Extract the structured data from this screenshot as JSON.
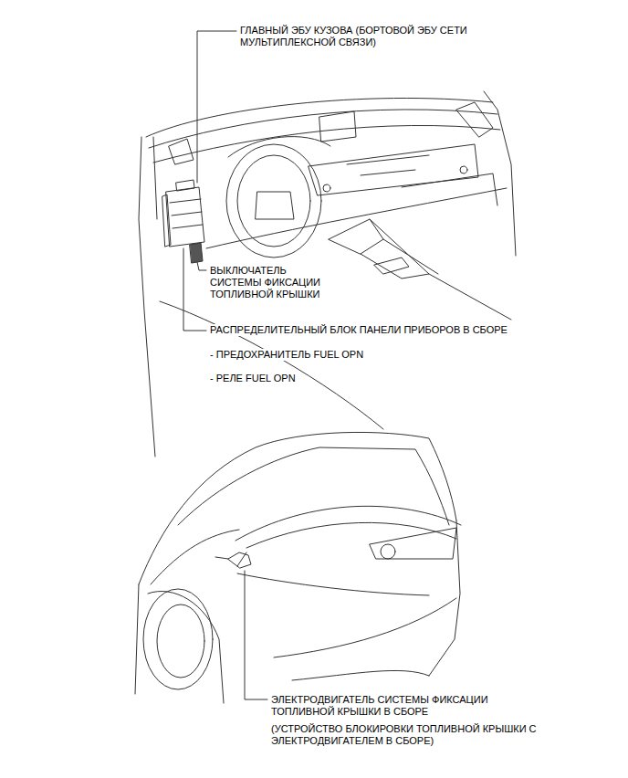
{
  "diagram": {
    "labels": [
      "ГЛАВНЫЙ ЭБУ КУЗОВА (БОРТОВОЙ ЭБУ СЕТИ МУЛЬТИПЛЕКСНОЙ СВЯЗИ)",
      "ВЫКЛЮЧАТЕЛЬ СИСТЕМЫ ФИКСАЦИИ ТОПЛИВНОЙ КРЫШКИ",
      "РАСПРЕДЕЛИТЕЛЬНЫЙ БЛОК ПАНЕЛИ ПРИБОРОВ В СБОРЕ",
      "- ПРЕДОХРАНИТЕЛЬ FUEL OPN",
      "- РЕЛЕ FUEL OPN",
      "ЭЛЕКТРОДВИГАТЕЛЬ СИСТЕМЫ ФИКСАЦИИ ТОПЛИВНОЙ КРЫШКИ В СБОРЕ",
      "(УСТРОЙСТВО БЛОКИРОВКИ ТОПЛИВНОЙ КРЫШКИ С ЭЛЕКТРОДВИГАТЕЛЕМ В СБОРЕ)"
    ]
  }
}
